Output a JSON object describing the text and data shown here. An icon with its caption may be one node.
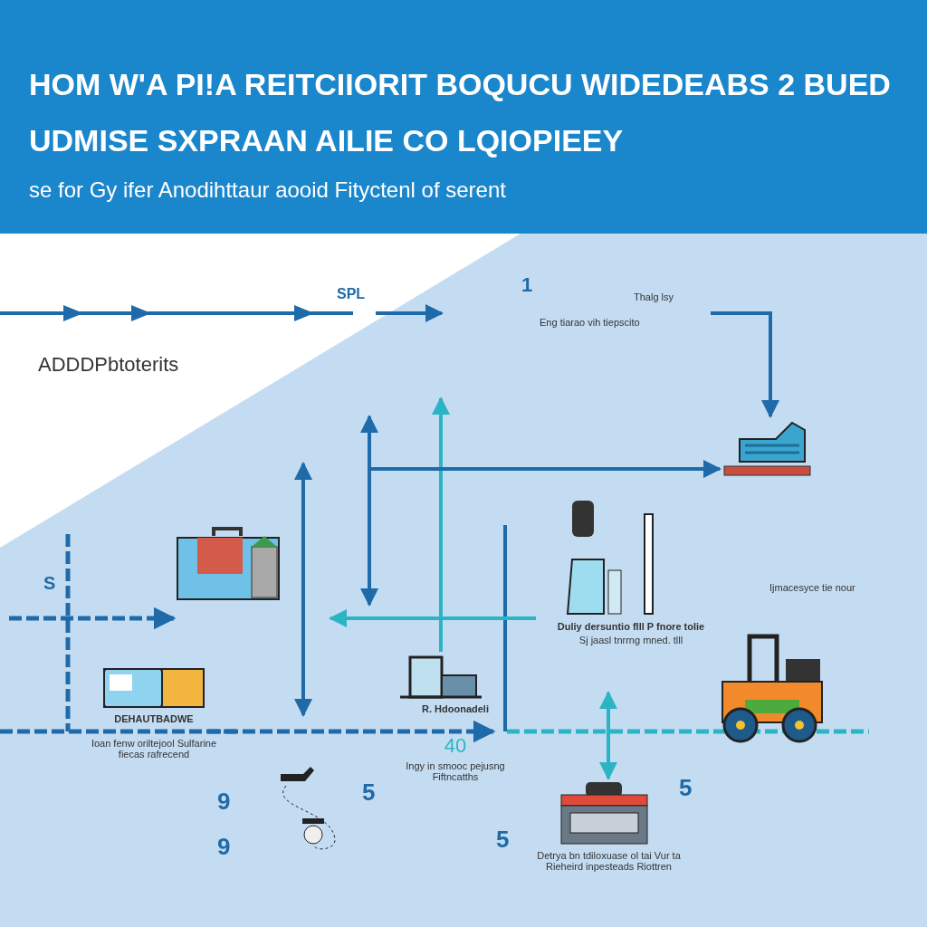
{
  "diagram": {
    "title": "HOM W'A PI!A REITCIIORIT BOQUCU WIDEDEABS 2 BUED UDMISE SXPRAAN AILIE CO LQIOPIEEY",
    "caption": "se for Gy ifer Anodihttaur aooid Fityctenl of serent",
    "nodes": [
      {
        "text": [],
        "shape": "picture"
      },
      {
        "text": [],
        "shape": "picture"
      },
      {
        "text": [
          "DEHAUTBADWE",
          "Ioan fenw oriltejool Sulfarine fiecas rafrecend"
        ]
      },
      {
        "text": [
          "Duliy dersuntio flll P fnore tolie",
          "Sj jaasl tnrrng mned. tlll"
        ]
      },
      {
        "text": [
          "R. Hdoonadeli",
          "40",
          "Ingy in smooc pejusng Fiftncatths"
        ]
      },
      {
        "text": [],
        "shape": "picture"
      },
      {
        "text": [
          "Detrya bn tdiloxuase ol tai Vur ta Rieheird inpesteads Riottren"
        ]
      },
      {
        "text": [],
        "shape": "picture"
      }
    ],
    "edges": [
      {
        "from": null,
        "to": 0,
        "arrow": "to"
      },
      {
        "from": null,
        "to": 0,
        "arrow": "to"
      },
      {
        "from": 3,
        "to": null,
        "arrow": "to",
        "color": "#2bb5c4"
      },
      {
        "from": null,
        "to": 6,
        "arrow": "both",
        "color": "#2bb5c4"
      }
    ],
    "labels": [
      "SPL",
      "1",
      "ADDDPbtoterits",
      "Eng tiarao vih tiepscito",
      "Thalg lsy",
      "Ijmacesyce tie nour",
      "S",
      "9",
      "9",
      "5",
      "5",
      "5"
    ]
  }
}
